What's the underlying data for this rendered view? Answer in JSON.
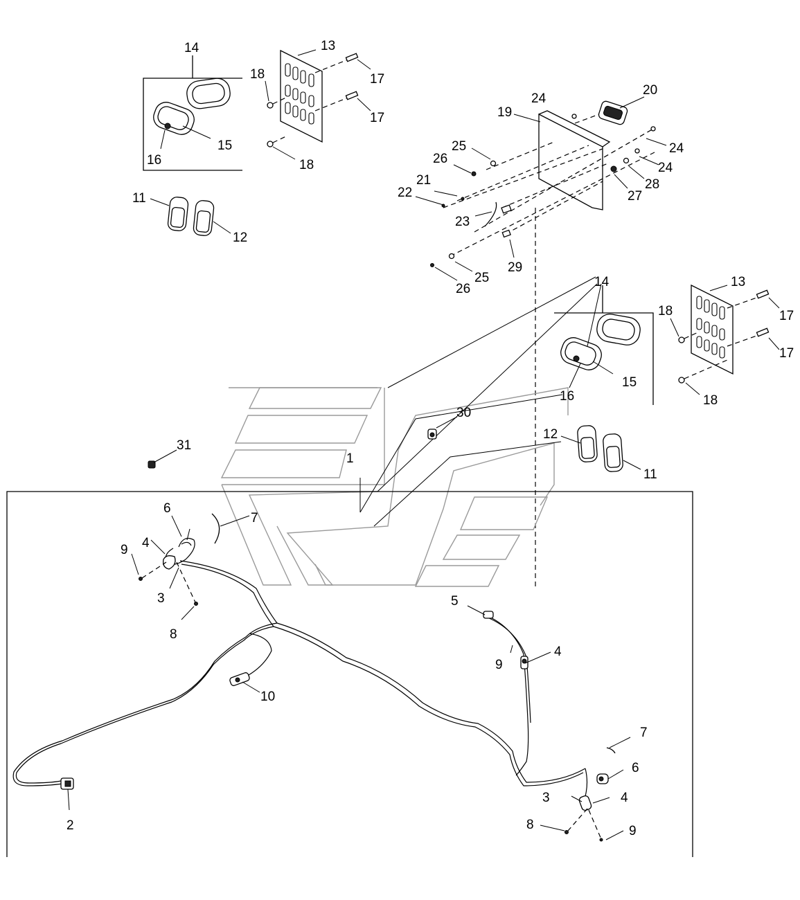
{
  "callouts": [
    {
      "id": "c14a",
      "text": "14"
    },
    {
      "id": "c13a",
      "text": "13"
    },
    {
      "id": "c18a",
      "text": "18"
    },
    {
      "id": "c17a",
      "text": "17"
    },
    {
      "id": "c17b",
      "text": "17"
    },
    {
      "id": "c15a",
      "text": "15"
    },
    {
      "id": "c16a",
      "text": "16"
    },
    {
      "id": "c18b",
      "text": "18"
    },
    {
      "id": "c11a",
      "text": "11"
    },
    {
      "id": "c12a",
      "text": "12"
    },
    {
      "id": "c20",
      "text": "20"
    },
    {
      "id": "c24a",
      "text": "24"
    },
    {
      "id": "c19",
      "text": "19"
    },
    {
      "id": "c25a",
      "text": "25"
    },
    {
      "id": "c26a",
      "text": "26"
    },
    {
      "id": "c24b",
      "text": "24"
    },
    {
      "id": "c24c",
      "text": "24"
    },
    {
      "id": "c28",
      "text": "28"
    },
    {
      "id": "c27",
      "text": "27"
    },
    {
      "id": "c21",
      "text": "21"
    },
    {
      "id": "c22",
      "text": "22"
    },
    {
      "id": "c23",
      "text": "23"
    },
    {
      "id": "c29",
      "text": "29"
    },
    {
      "id": "c25b",
      "text": "25"
    },
    {
      "id": "c26b",
      "text": "26"
    },
    {
      "id": "c14b",
      "text": "14"
    },
    {
      "id": "c13b",
      "text": "13"
    },
    {
      "id": "c18c",
      "text": "18"
    },
    {
      "id": "c17c",
      "text": "17"
    },
    {
      "id": "c17d",
      "text": "17"
    },
    {
      "id": "c15b",
      "text": "15"
    },
    {
      "id": "c16b",
      "text": "16"
    },
    {
      "id": "c18d",
      "text": "18"
    },
    {
      "id": "c30",
      "text": "30"
    },
    {
      "id": "c12b",
      "text": "12"
    },
    {
      "id": "c11b",
      "text": "11"
    },
    {
      "id": "c31",
      "text": "31"
    },
    {
      "id": "c1",
      "text": "1"
    },
    {
      "id": "c6a",
      "text": "6"
    },
    {
      "id": "c7a",
      "text": "7"
    },
    {
      "id": "c9a",
      "text": "9"
    },
    {
      "id": "c4a",
      "text": "4"
    },
    {
      "id": "c3a",
      "text": "3"
    },
    {
      "id": "c8a",
      "text": "8"
    },
    {
      "id": "c5",
      "text": "5"
    },
    {
      "id": "c4b",
      "text": "4"
    },
    {
      "id": "c9b",
      "text": "9"
    },
    {
      "id": "c10",
      "text": "10"
    },
    {
      "id": "c2",
      "text": "2"
    },
    {
      "id": "c7b",
      "text": "7"
    },
    {
      "id": "c6b",
      "text": "6"
    },
    {
      "id": "c3b",
      "text": "3"
    },
    {
      "id": "c4c",
      "text": "4"
    },
    {
      "id": "c8b",
      "text": "8"
    },
    {
      "id": "c9c",
      "text": "9"
    }
  ]
}
